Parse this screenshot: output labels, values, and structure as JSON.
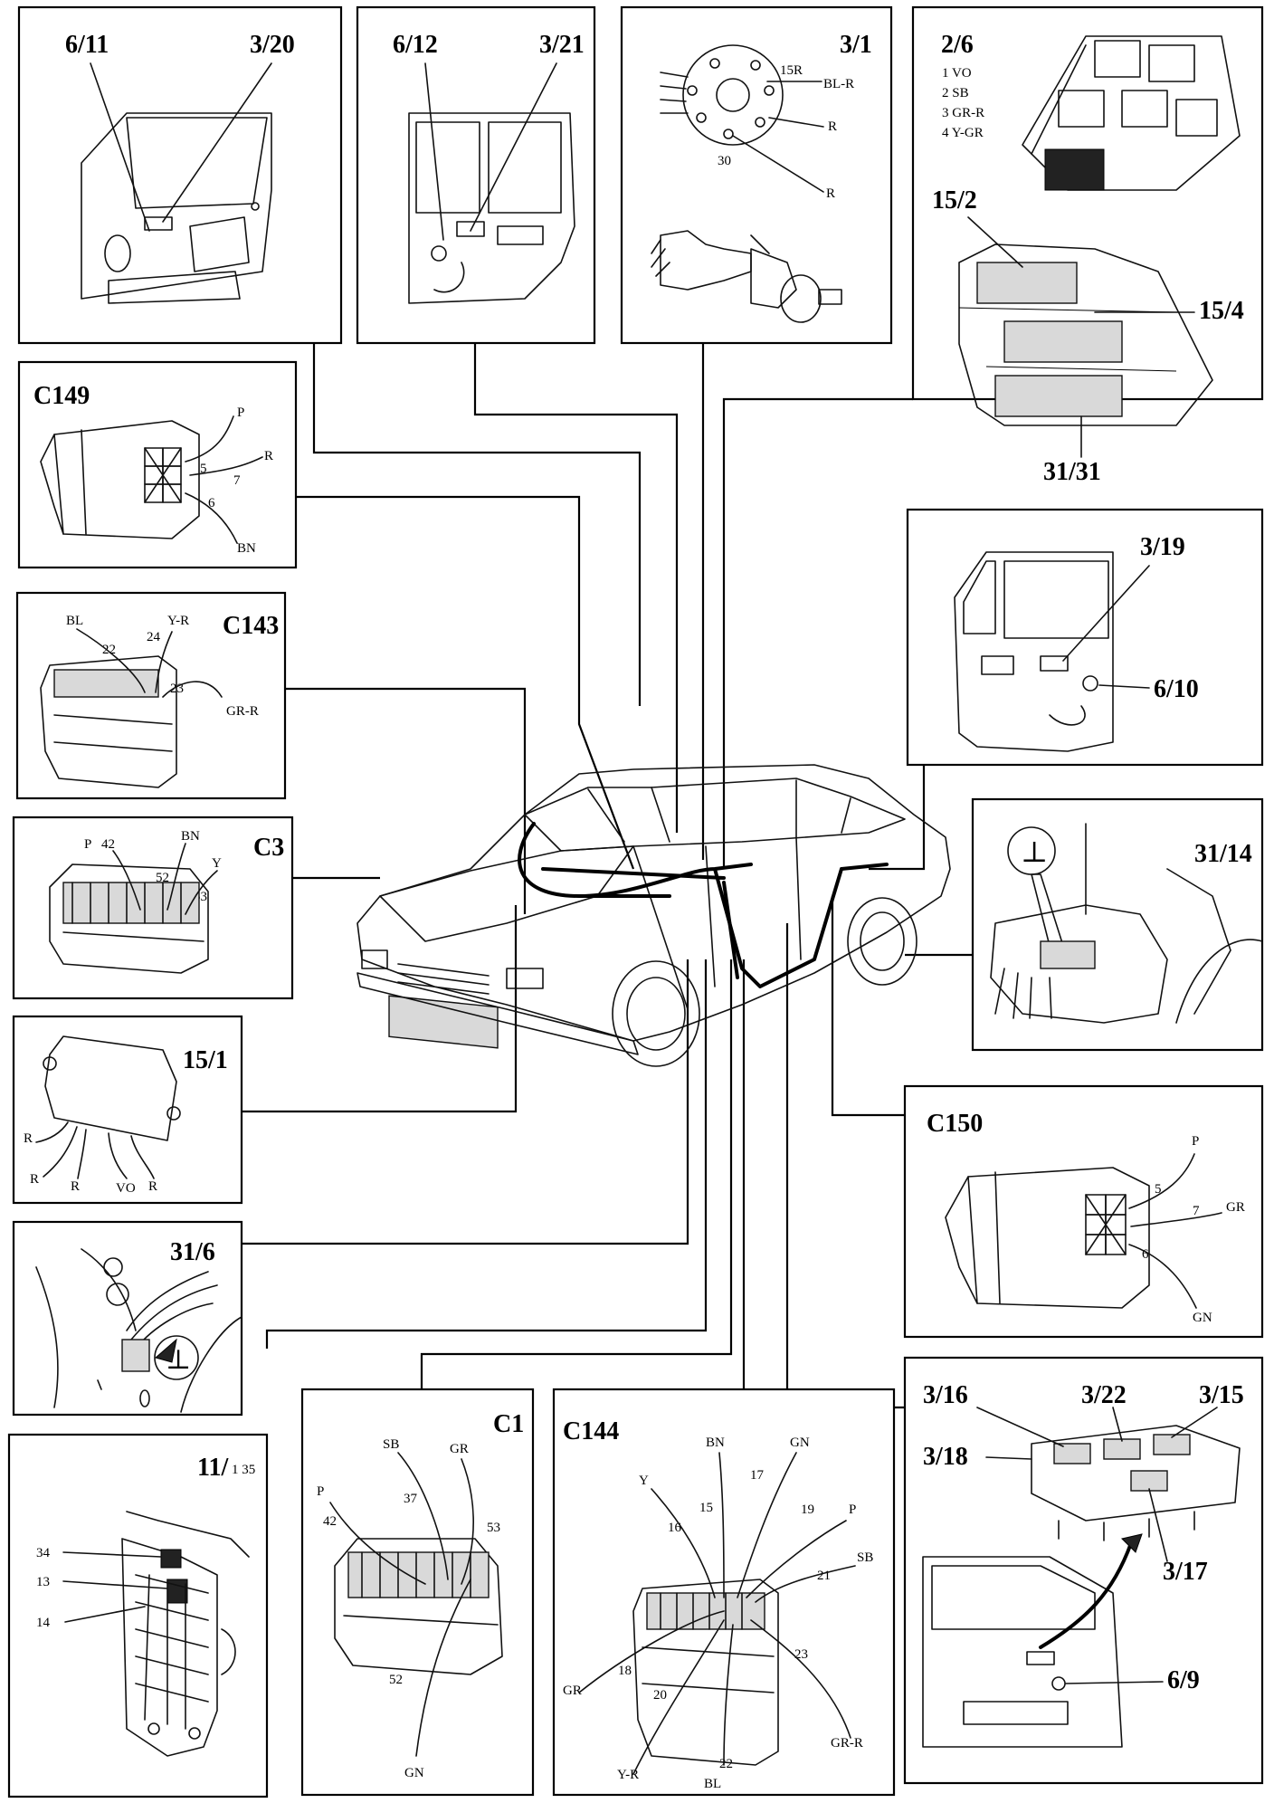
{
  "panels": [
    {
      "id": "p-front-door",
      "labels": [
        "6/11",
        "3/20"
      ]
    },
    {
      "id": "p-rear-door-left",
      "labels": [
        "6/12",
        "3/21"
      ]
    },
    {
      "id": "p-ignition",
      "labels": [
        "3/1",
        "15R",
        "BL-R",
        "R",
        "30",
        "R"
      ]
    },
    {
      "id": "p-relay-center",
      "labels": [
        "2/6",
        "1 VO",
        "2 SB",
        "3 GR-R",
        "4 Y-GR",
        "15/2",
        "15/4",
        "31/31"
      ]
    },
    {
      "id": "p-c149",
      "labels": [
        "C149",
        "P",
        "R",
        "5",
        "7",
        "6",
        "BN"
      ]
    },
    {
      "id": "p-rear-door-right",
      "labels": [
        "3/19",
        "6/10"
      ]
    },
    {
      "id": "p-c143",
      "labels": [
        "C143",
        "BL",
        "Y-R",
        "22",
        "24",
        "23",
        "GR-R"
      ]
    },
    {
      "id": "p-c3",
      "labels": [
        "C3",
        "P",
        "42",
        "BN",
        "52",
        "Y",
        "53"
      ]
    },
    {
      "id": "p-ground-3114",
      "labels": [
        "31/14",
        "⊥"
      ]
    },
    {
      "id": "p-module-151",
      "labels": [
        "15/1",
        "R",
        "R",
        "R",
        "VO",
        "R"
      ]
    },
    {
      "id": "p-c150",
      "labels": [
        "C150",
        "P",
        "5",
        "7",
        "GR",
        "6",
        "GN"
      ]
    },
    {
      "id": "p-ground-316",
      "labels": [
        "31/6",
        "⊥"
      ]
    },
    {
      "id": "p-fusebox",
      "labels": [
        "11/",
        "1 35",
        "34",
        "13",
        "14"
      ]
    },
    {
      "id": "p-c1",
      "labels": [
        "C1",
        "SB",
        "GR",
        "P",
        "37",
        "42",
        "53",
        "52",
        "GN"
      ]
    },
    {
      "id": "p-c144",
      "labels": [
        "C144",
        "BN",
        "GN",
        "Y",
        "17",
        "15",
        "16",
        "19",
        "P",
        "SB",
        "21",
        "GR",
        "18",
        "20",
        "23",
        "Y-R",
        "22",
        "BL",
        "GR-R"
      ]
    },
    {
      "id": "p-switch-panel",
      "labels": [
        "3/16",
        "3/22",
        "3/15",
        "3/18",
        "3/17",
        "6/9"
      ]
    }
  ]
}
